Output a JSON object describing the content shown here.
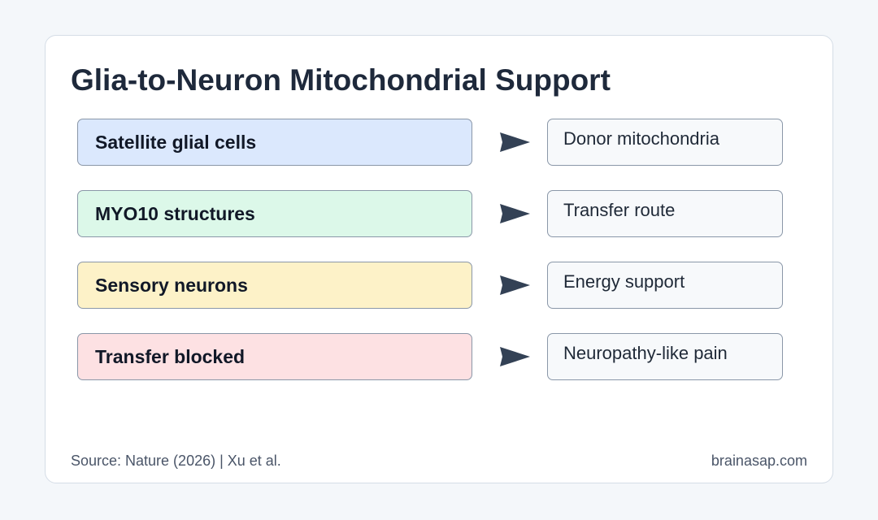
{
  "title": "Glia-to-Neuron Mitochondrial Support",
  "rows": [
    {
      "left": "Satellite glial cells",
      "right": "Donor mitochondria",
      "color": "#dbe8fd"
    },
    {
      "left": "MYO10 structures",
      "right": "Transfer route",
      "color": "#dcf8e9"
    },
    {
      "left": "Sensory neurons",
      "right": "Energy support",
      "color": "#fdf2c8"
    },
    {
      "left": "Transfer blocked",
      "right": "Neuropathy-like pain",
      "color": "#fde1e3"
    }
  ],
  "arrow_color": "#334155",
  "footer": {
    "source": "Source: Nature (2026) | Xu et al.",
    "brand": "brainasap.com"
  }
}
